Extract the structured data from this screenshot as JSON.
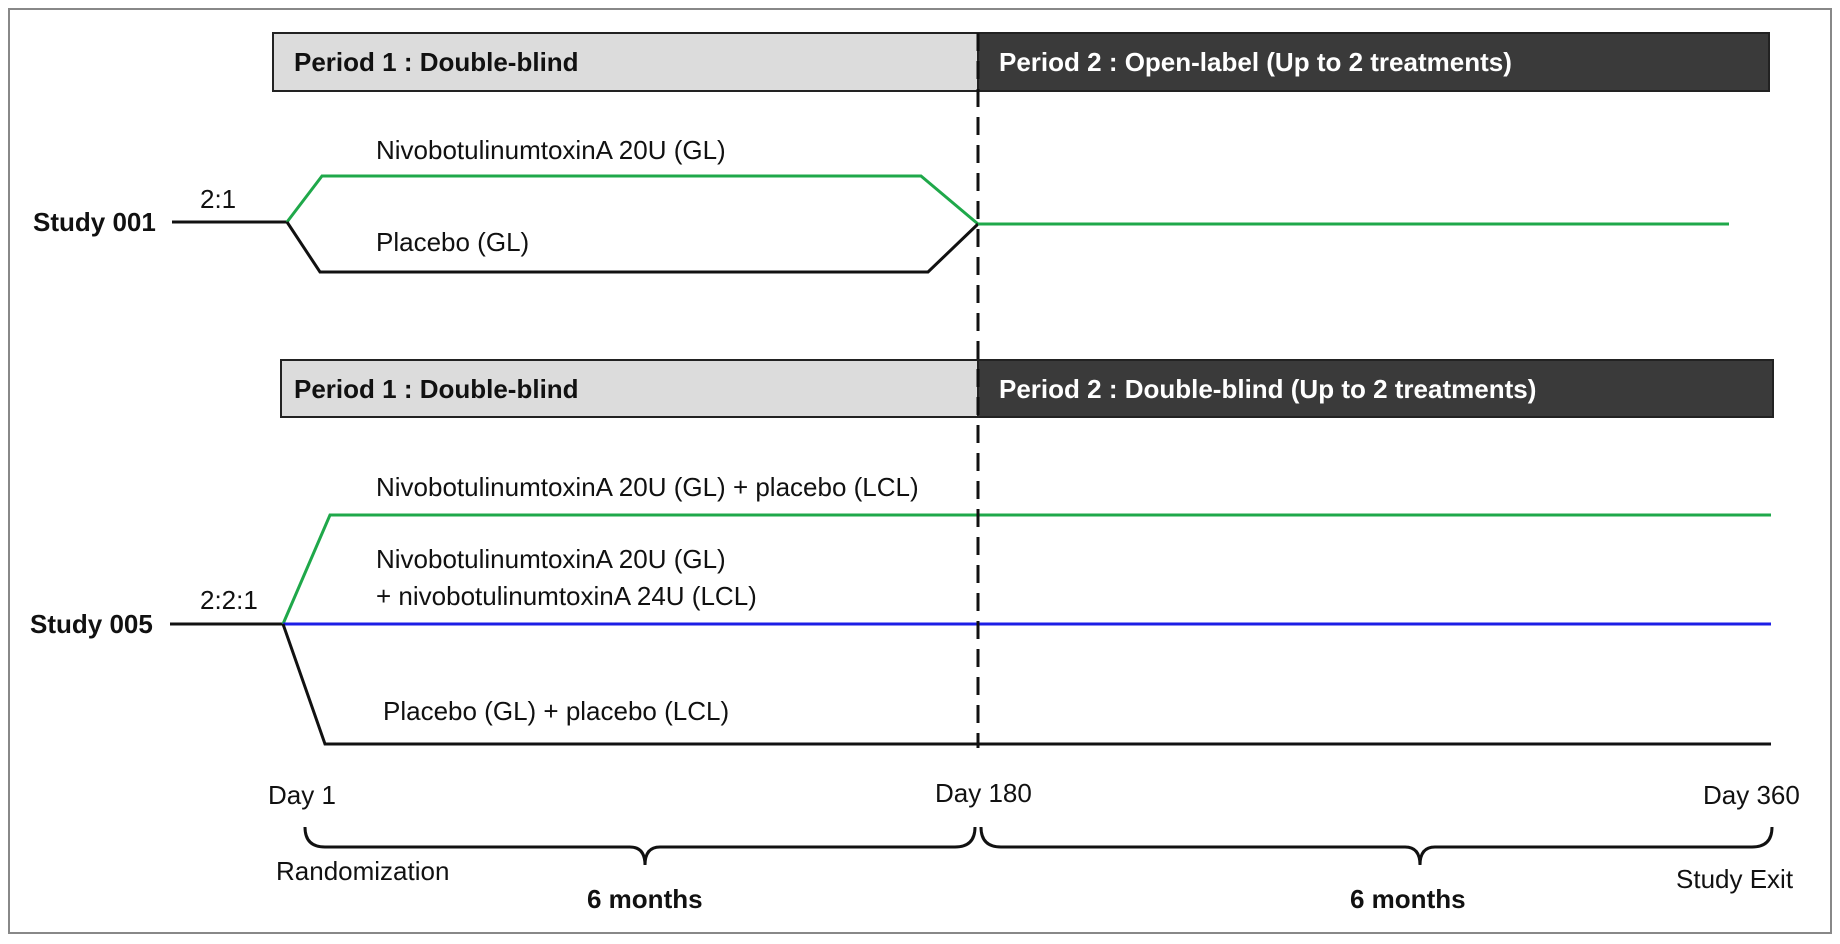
{
  "studies": [
    {
      "label": "Study 001",
      "ratio": "2:1",
      "period1": "Period 1 : Double-blind",
      "period2": "Period 2 : Open-label  (Up to 2 treatments)",
      "arms": [
        "NivobotulinumtoxinA 20U (GL)",
        "Placebo (GL)"
      ]
    },
    {
      "label": "Study 005",
      "ratio": "2:2:1",
      "period1": "Period 1 : Double-blind",
      "period2": "Period 2 : Double-blind (Up to 2 treatments)",
      "arms": [
        "NivobotulinumtoxinA 20U (GL) + placebo (LCL)",
        "NivobotulinumtoxinA 20U (GL)",
        "+ nivobotulinumtoxinA 24U (LCL)",
        "Placebo (GL) + placebo (LCL)"
      ]
    }
  ],
  "timeline": {
    "day_start": "Day 1",
    "day_mid": "Day 180",
    "day_end": "Day 360",
    "start_note": "Randomization",
    "end_note": "Study Exit",
    "duration_1": "6 months",
    "duration_2": "6 months"
  },
  "colors": {
    "green": "#1fa84a",
    "blue": "#1c1ee6",
    "dark_header": "#3a3a3a",
    "light_header": "#dcdcdc"
  }
}
